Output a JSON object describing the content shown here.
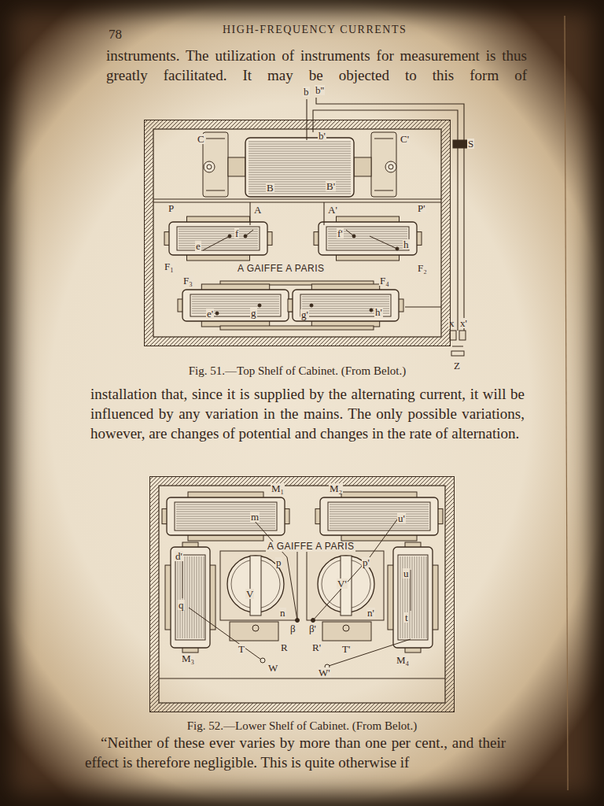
{
  "diagram": {
    "title": "HIGH-FREQUENCY CURRENTS",
    "nodes": [
      {
        "text": [
          "Fig. 51.—Top Shelf of Cabinet. (From Belot.)"
        ]
      },
      {
        "text": [
          "Fig. 52.—Lower Shelf of Cabinet. (From Belot.)"
        ]
      }
    ],
    "labels": [
      "78",
      "instruments. The utilization of instruments for measurement is thus greatly facilitated. It may be objected to this form of",
      "b",
      "b''",
      "b'",
      "S",
      "C",
      "C'",
      "B",
      "B'",
      "P",
      "P'",
      "A",
      "A'",
      "e",
      "f",
      "f'",
      "h",
      "F₁",
      "F₂",
      "A GAIFFE A PARIS",
      "F₃",
      "F₄",
      "e'",
      "g",
      "g'",
      "h'",
      "x",
      "x'",
      "Z",
      "installation that, since it is supplied by the alternating current, it will be influenced by any variation in the mains. The only possible variations, however, are changes of potential and changes in the rate of alternation.",
      "M₁",
      "M₂",
      "m",
      "u'",
      "A GAIFFE A PARIS",
      "d'",
      "p",
      "V",
      "p'",
      "V'",
      "u",
      "q",
      "n",
      "n'",
      "β",
      "β'",
      "R",
      "R'",
      "T",
      "T'",
      "t",
      "M₃",
      "M₄",
      "W",
      "W'",
      "“Neither of these ever varies by more than one per cent., and their effect is therefore negligible. This is quite otherwise if"
    ]
  }
}
